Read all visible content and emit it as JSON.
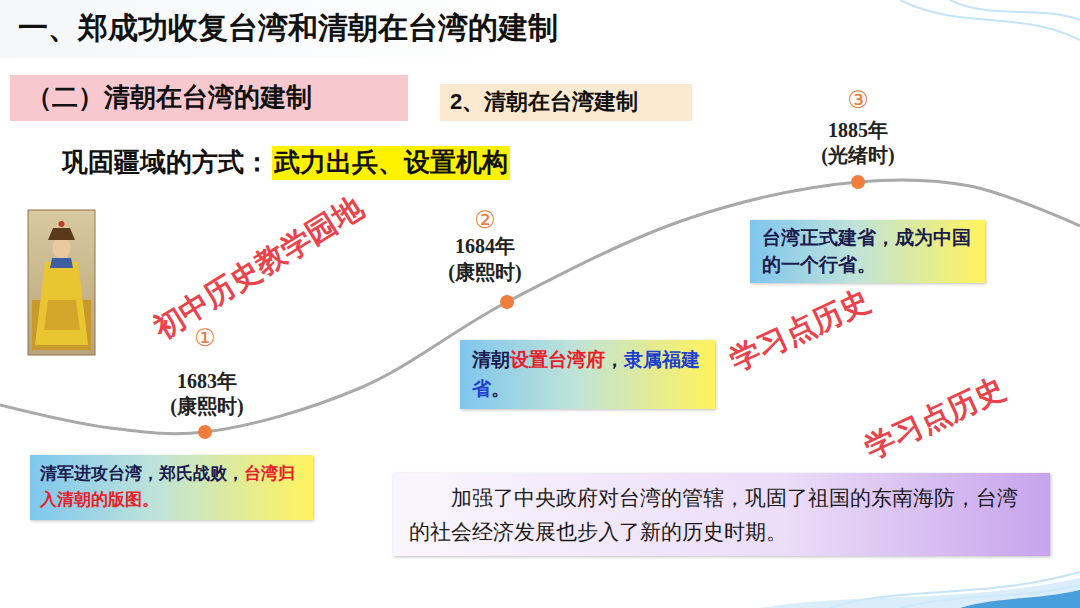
{
  "diagram": {
    "title": "一、郑成功收复台湾和清朝在台湾的建制",
    "nodes": [
      {
        "text": [
          "（二）清朝在台湾的建制"
        ]
      },
      {
        "text": [
          "2、清朝在台湾建制"
        ]
      },
      {
        "text": [
          "武力出兵、设置机构"
        ]
      },
      {
        "text": [
          "清军进攻台湾，郑氏战败，",
          "台湾归入清朝的版图。"
        ]
      },
      {
        "text": [
          "清朝",
          "设置台湾府",
          "，",
          "隶属福建省",
          "。"
        ]
      },
      {
        "text": [
          "台湾正式建省，成为中国的一个行省。"
        ]
      },
      {
        "text": [
          "加强了中央政府对台湾的管辖，巩固了祖国的东南海防，台湾的社会经济发展也步入了新的历史时期。"
        ]
      }
    ],
    "labels": [
      "巩固疆域的方式：",
      "①",
      "1683年",
      "(康熙时)",
      "②",
      "1684年",
      "(康熙时)",
      "③",
      "1885年",
      "(光绪时)",
      "初中历史教学园地",
      "学习点历史",
      "学习点历史"
    ]
  }
}
